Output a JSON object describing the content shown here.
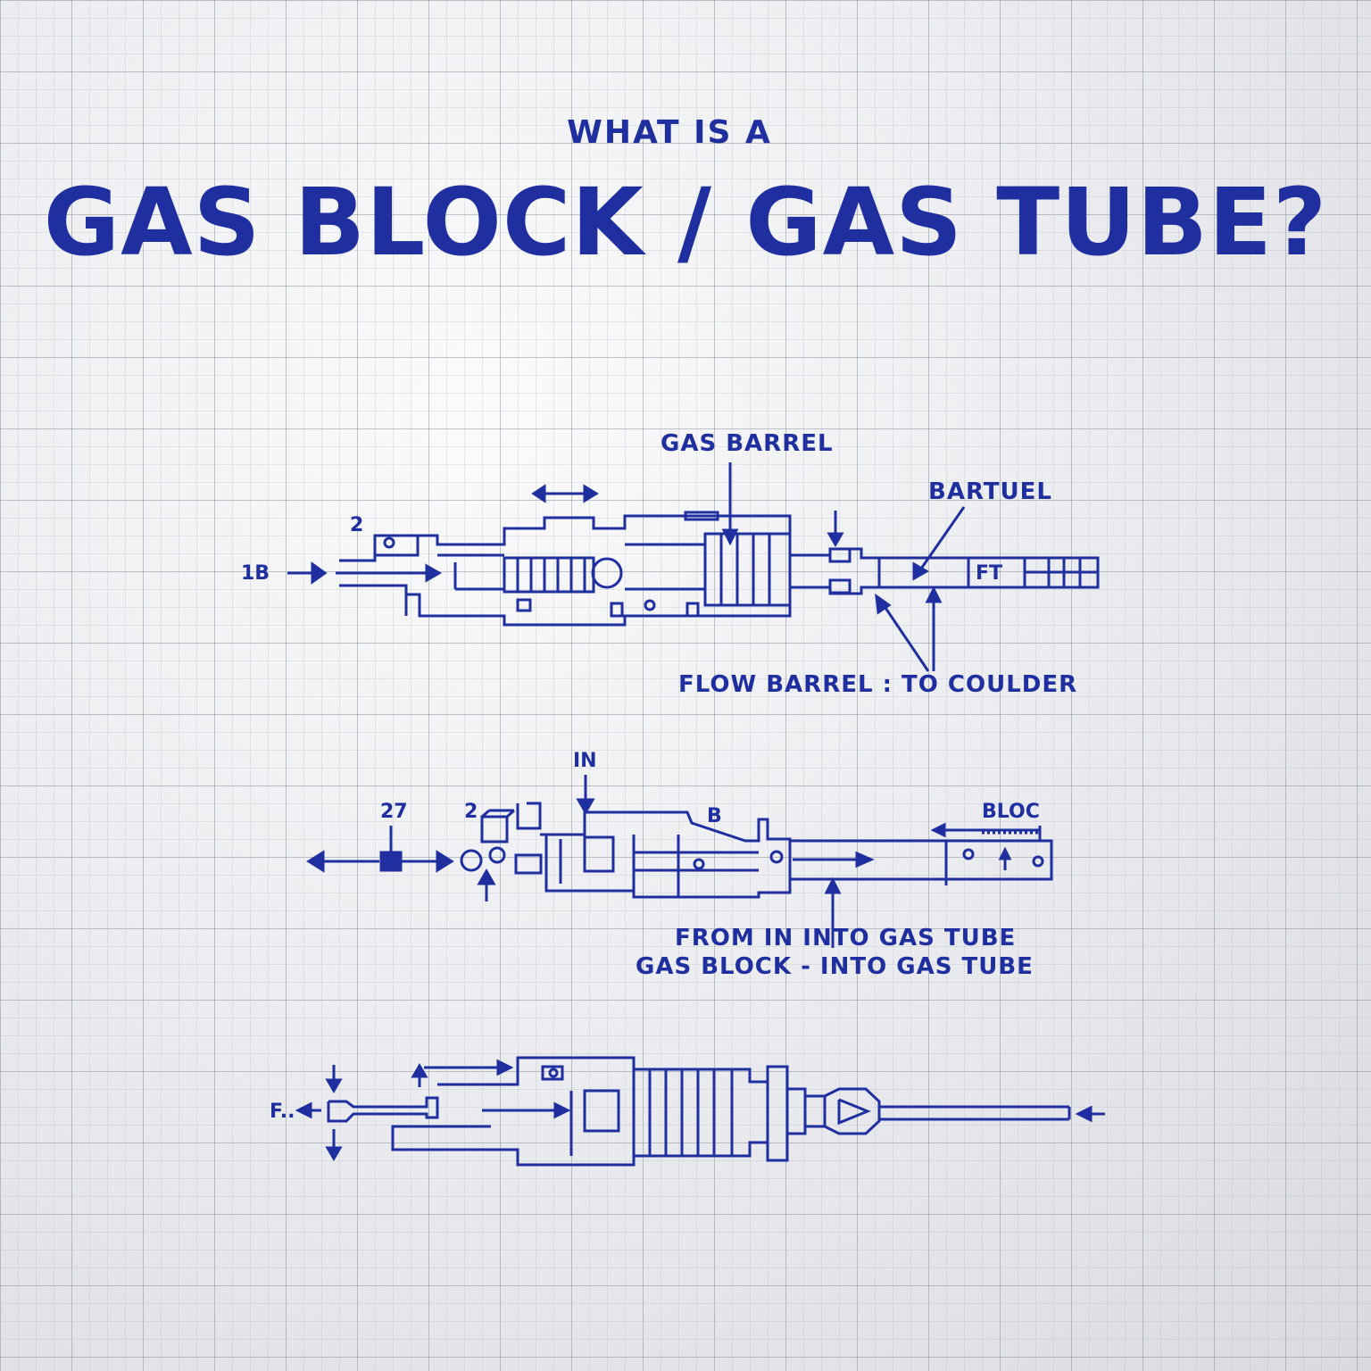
{
  "header": {
    "kicker": "WHAT IS A",
    "title": "GAS BLOCK / GAS TUBE?"
  },
  "diagram1": {
    "label_top": "GAS BARREL",
    "label_right": "BARTUEL",
    "label_num": "2",
    "label_left": "1B",
    "label_ft": "FT",
    "caption": "FLOW BARREL : TO COULDER"
  },
  "diagram2": {
    "label_in": "IN",
    "label_27": "27",
    "label_2": "2",
    "label_b": "B",
    "label_bloc": "BLOC",
    "caption": "GAS BLOCK - INTO GAS TUBE"
  },
  "diagram3": {
    "label_f": "F..",
    "caption": "FROM IN INTO  GAS TUBE"
  },
  "colors": {
    "ink": "#1f2fa0",
    "paper": "#e9eaee"
  }
}
